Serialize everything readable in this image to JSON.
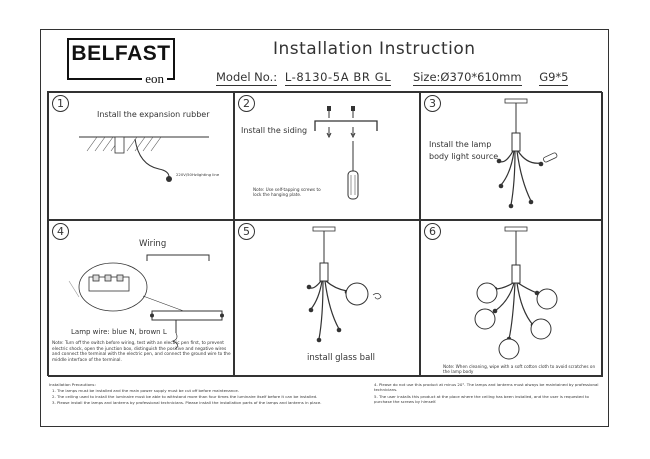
{
  "header": {
    "brand": "BELFAST",
    "brand_sub": "eon",
    "title": "Installation Instruction",
    "model_label": "Model No.:",
    "model_value": "L-8130-5A BR GL",
    "size_label": "Size:",
    "size_value": "Ø370*610mm",
    "bulb": "G9*5"
  },
  "steps": [
    {
      "number": "1",
      "caption": "Install the expansion rubber",
      "label": "220V/50Hzlighting line"
    },
    {
      "number": "2",
      "caption": "Install the siding",
      "note": "Note: Use self-tapping screws to lock the hanging plate."
    },
    {
      "number": "3",
      "caption_line1": "Install the lamp",
      "caption_line2": "body light source"
    },
    {
      "number": "4",
      "caption": "Wiring",
      "wire_label": "Lamp wire: blue N, brown L",
      "note": "Note: Turn off the switch before wiring, test with an electric pen first, to prevent electric shock, open the junction box, distinguish the positive and negative wires and connect the terminal with the electric pen, and connect the ground wire to the middle interface of the terminal."
    },
    {
      "number": "5",
      "caption": "install glass ball"
    },
    {
      "number": "6",
      "note": "Note: When cleaning, wipe with a soft cotton cloth to avoid scratches on the lamp body"
    }
  ],
  "precautions": {
    "heading": "Installation Precautions:",
    "items_left": [
      "1. The lamps must be installed and the main power supply must be cut off before maintenance.",
      "2. The ceiling used to install the luminaire must be able to withstand more than four times the luminaire itself before it can be installed.",
      "3. Please install the lamps and lanterns by professional technicians. Please install the installation parts of the lamps and lanterns in place."
    ],
    "items_right": [
      "4. Please do not use this product at minus 20°. The lamps and lanterns must always be maintained by professional technicians.",
      "5. The user installs this product at the place where the ceiling has been installed, and the user is requested to purchase the screws by himself."
    ]
  }
}
